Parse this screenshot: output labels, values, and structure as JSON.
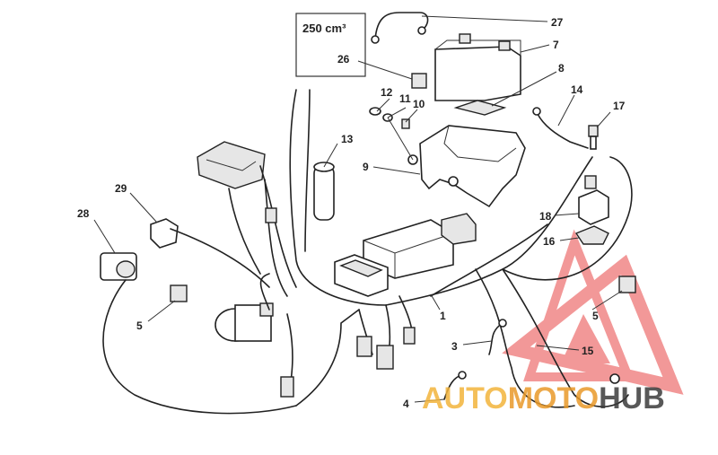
{
  "variant_box": {
    "label": "250 cm³"
  },
  "callouts": [
    {
      "id": "27"
    },
    {
      "id": "7"
    },
    {
      "id": "8"
    },
    {
      "id": "26"
    },
    {
      "id": "12"
    },
    {
      "id": "11"
    },
    {
      "id": "10"
    },
    {
      "id": "14"
    },
    {
      "id": "17"
    },
    {
      "id": "13"
    },
    {
      "id": "9"
    },
    {
      "id": "29"
    },
    {
      "id": "28"
    },
    {
      "id": "18"
    },
    {
      "id": "16"
    },
    {
      "id": "5"
    },
    {
      "id": "1"
    },
    {
      "id": "5"
    },
    {
      "id": "3"
    },
    {
      "id": "15"
    },
    {
      "id": "4"
    }
  ],
  "watermark": {
    "part1": "AUTO",
    "part2": "MOTO",
    "part3": "HUB",
    "primary_color": "#e84545",
    "accent_color": "#f3b43c"
  }
}
